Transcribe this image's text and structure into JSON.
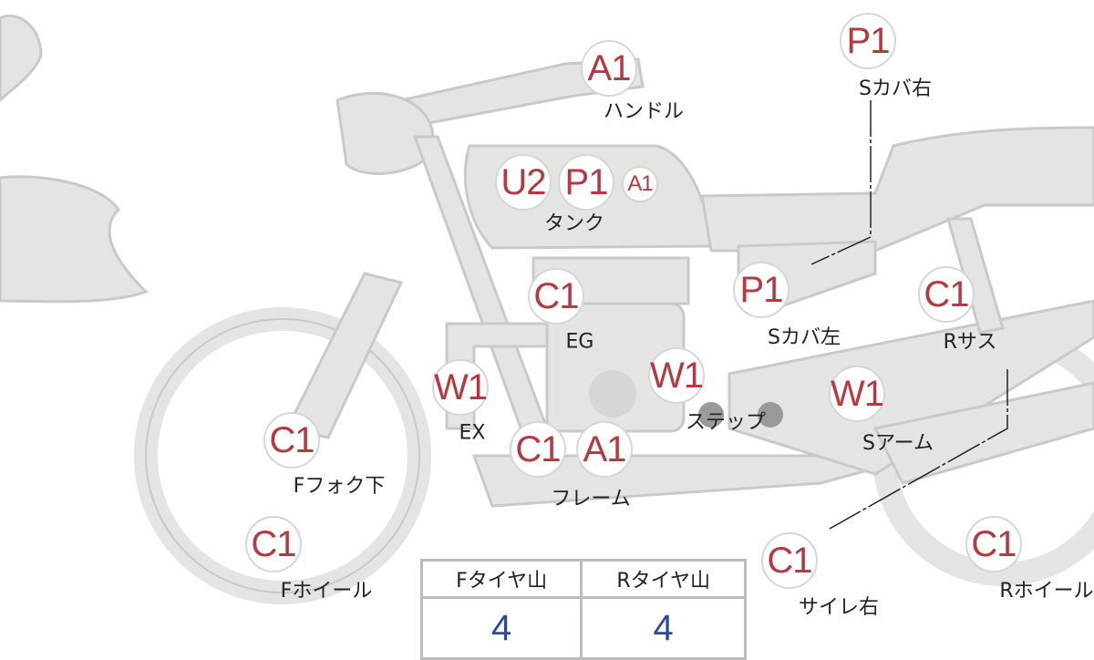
{
  "parts": [
    {
      "codes": [
        "A1"
      ],
      "label": "ハンドル"
    },
    {
      "codes": [
        "P1"
      ],
      "label": "Sカバ右"
    },
    {
      "codes": [
        "U2",
        "P1",
        "A1"
      ],
      "label": "タンク"
    },
    {
      "codes": [
        "C1"
      ],
      "label": "EG"
    },
    {
      "codes": [
        "P1"
      ],
      "label": "Sカバ左"
    },
    {
      "codes": [
        "C1"
      ],
      "label": "Rサス"
    },
    {
      "codes": [
        "W1"
      ],
      "label": "EX"
    },
    {
      "codes": [
        "W1"
      ],
      "label": "ステップ"
    },
    {
      "codes": [
        "W1"
      ],
      "label": "Sアーム"
    },
    {
      "codes": [
        "C1"
      ],
      "label": "Fフォク下"
    },
    {
      "codes": [
        "C1",
        "A1"
      ],
      "label": "フレーム"
    },
    {
      "codes": [
        "C1"
      ],
      "label": "Fホイール"
    },
    {
      "codes": [
        "C1"
      ],
      "label": "サイレ右"
    },
    {
      "codes": [
        "C1"
      ],
      "label": "Rホイール"
    }
  ],
  "tire_table": {
    "headers": [
      "Fタイヤ山",
      "Rタイヤ山"
    ],
    "values": [
      "4",
      "4"
    ]
  },
  "colors": {
    "badge_text": "#b8383f",
    "value_text": "#2b4a9a",
    "body": "#e4e4e2"
  }
}
